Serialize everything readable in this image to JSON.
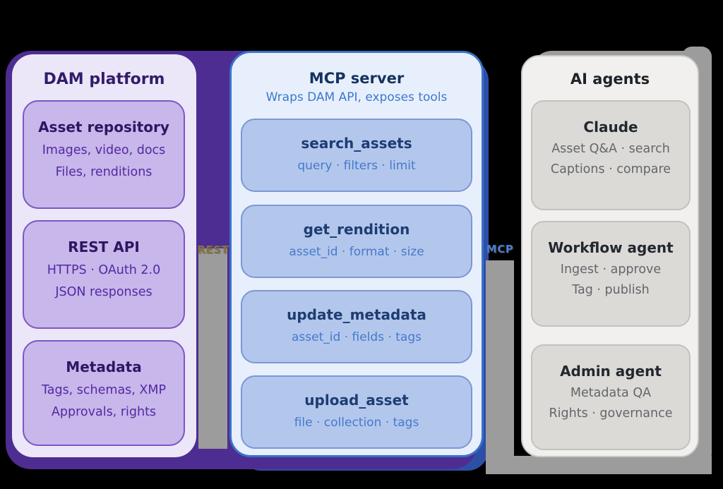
{
  "canvas": {
    "background": "#000000"
  },
  "connectors": {
    "left_label": "REST",
    "right_label": "MCP"
  },
  "colors": {
    "purple_backdrop": "#4e2d92",
    "blue_shadow": "#2d4fa6",
    "gray_shadow": "#9c9c9c",
    "dam_card_bg": "#ece7f8",
    "dam_box_bg": "#c8b7ea",
    "dam_box_border": "#7b57c2",
    "dam_title_text": "#321c6b",
    "dam_body_text": "#5229a3",
    "mcp_card_bg": "#e8effc",
    "mcp_card_border": "#3a71c9",
    "mcp_box_bg": "#b3c7ec",
    "mcp_title_text": "#16335f",
    "mcp_body_text": "#4579cd",
    "ai_card_bg": "#f1f0ee",
    "ai_box_bg": "#dbdad7",
    "ai_title_text": "#1e222a",
    "ai_body_text": "#646669"
  },
  "columns": [
    {
      "title": "DAM platform",
      "boxes": [
        {
          "title": "Asset repository",
          "lines": [
            "Images, video, docs",
            "Files, renditions"
          ]
        },
        {
          "title": "REST API",
          "lines": [
            "HTTPS · OAuth 2.0",
            "JSON responses"
          ]
        },
        {
          "title": "Metadata",
          "lines": [
            "Tags, schemas, XMP",
            "Approvals, rights"
          ]
        }
      ]
    },
    {
      "title": "MCP server",
      "subtitle": "Wraps DAM API, exposes tools",
      "boxes": [
        {
          "title": "search_assets",
          "lines": [
            "query · filters · limit"
          ]
        },
        {
          "title": "get_rendition",
          "lines": [
            "asset_id · format · size"
          ]
        },
        {
          "title": "update_metadata",
          "lines": [
            "asset_id · fields · tags"
          ]
        },
        {
          "title": "upload_asset",
          "lines": [
            "file · collection · tags"
          ]
        }
      ]
    },
    {
      "title": "AI agents",
      "boxes": [
        {
          "title": "Claude",
          "lines": [
            "Asset Q&A · search",
            "Captions · compare"
          ]
        },
        {
          "title": "Workflow agent",
          "lines": [
            "Ingest · approve",
            "Tag · publish"
          ]
        },
        {
          "title": "Admin agent",
          "lines": [
            "Metadata QA",
            "Rights · governance"
          ]
        }
      ]
    }
  ]
}
